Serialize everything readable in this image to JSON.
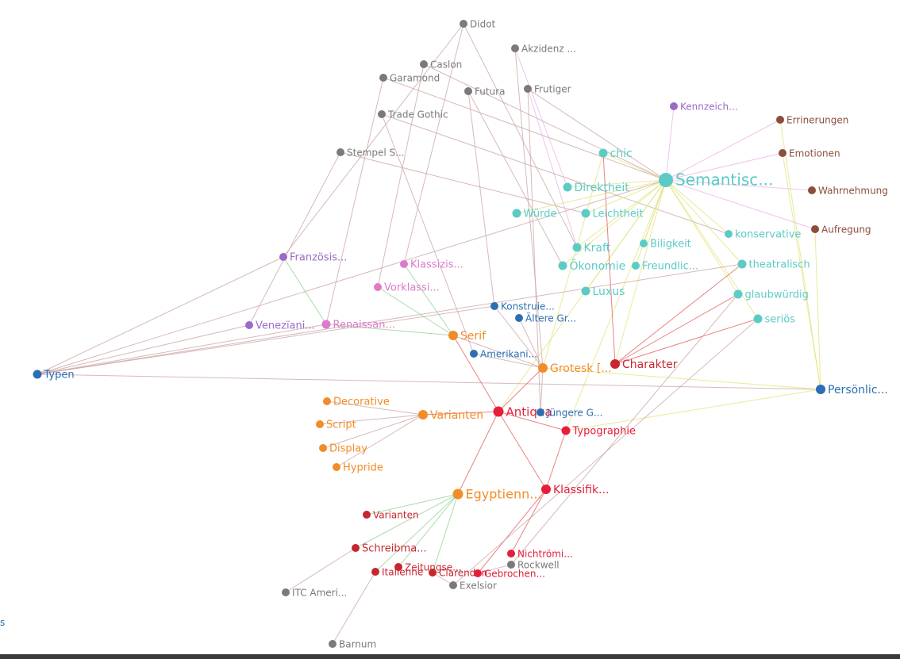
{
  "colors": {
    "gray": "#7a7a7a",
    "teal": "#5ccbc6",
    "purple": "#9a6bc9",
    "pink": "#dd7acb",
    "brown": "#8b4e3c",
    "blue": "#2b6fb2",
    "orange": "#f28c28",
    "red": "#e61e3a",
    "darkred": "#c8262e",
    "edge_brown": "#c9a3a3",
    "edge_green": "#8ed08e",
    "edge_yellow": "#e2e37a",
    "edge_pink": "#eab0e4",
    "edge_red": "#e35a5a"
  },
  "left_glyph": "s",
  "nodes": [
    {
      "id": "didot",
      "label": "Didot",
      "color": "gray"
    },
    {
      "id": "akzidenz",
      "label": "Akzidenz ...",
      "color": "gray"
    },
    {
      "id": "caslon",
      "label": "Caslon",
      "color": "gray"
    },
    {
      "id": "garamond",
      "label": "Garamond",
      "color": "gray"
    },
    {
      "id": "futura",
      "label": "Futura",
      "color": "gray"
    },
    {
      "id": "frutiger",
      "label": "Frutiger",
      "color": "gray"
    },
    {
      "id": "tradegothic",
      "label": "Trade Gothic",
      "color": "gray"
    },
    {
      "id": "stempel",
      "label": "Stempel S...",
      "color": "gray"
    },
    {
      "id": "kennzeich",
      "label": "Kennzeich...",
      "color": "purple"
    },
    {
      "id": "errinerungen",
      "label": "Errinerungen",
      "color": "brown"
    },
    {
      "id": "emotionen",
      "label": "Emotionen",
      "color": "brown"
    },
    {
      "id": "wahrnehmung",
      "label": "Wahrnehmung",
      "color": "brown"
    },
    {
      "id": "aufregung",
      "label": "Aufregung",
      "color": "brown"
    },
    {
      "id": "chic",
      "label": "chic",
      "color": "teal"
    },
    {
      "id": "semantisch",
      "label": "Semantisc...",
      "color": "teal"
    },
    {
      "id": "direktheit",
      "label": "Direktheit",
      "color": "teal"
    },
    {
      "id": "wuerde",
      "label": "Würde",
      "color": "teal"
    },
    {
      "id": "leichtheit",
      "label": "Leichtheit",
      "color": "teal"
    },
    {
      "id": "konservative",
      "label": "konservative",
      "color": "teal"
    },
    {
      "id": "kraft",
      "label": "Kraft",
      "color": "teal"
    },
    {
      "id": "biligkeit",
      "label": "Biligkeit",
      "color": "teal"
    },
    {
      "id": "oekonomie",
      "label": "Ökonomie",
      "color": "teal"
    },
    {
      "id": "freundlic",
      "label": "Freundlic...",
      "color": "teal"
    },
    {
      "id": "theatralisch",
      "label": "theatralisch",
      "color": "teal"
    },
    {
      "id": "luxus",
      "label": "Luxus",
      "color": "teal"
    },
    {
      "id": "glaubwuerdig",
      "label": "glaubwürdig",
      "color": "teal"
    },
    {
      "id": "serioes",
      "label": "seriös",
      "color": "teal"
    },
    {
      "id": "franzoesis",
      "label": "Französis...",
      "color": "purple"
    },
    {
      "id": "klassizis",
      "label": "Klassizis...",
      "color": "pink"
    },
    {
      "id": "vorklassi",
      "label": "Vorklassi...",
      "color": "pink"
    },
    {
      "id": "venezian",
      "label": "Venezïani...",
      "color": "purple"
    },
    {
      "id": "renaissan",
      "label": "Renaissan...",
      "color": "pink"
    },
    {
      "id": "konstruie",
      "label": "Konstruie...",
      "color": "blue"
    },
    {
      "id": "aeltere",
      "label": "Ältere Gr...",
      "color": "blue"
    },
    {
      "id": "serif",
      "label": "Serif",
      "color": "orange"
    },
    {
      "id": "amerikani",
      "label": "Amerikani...",
      "color": "blue"
    },
    {
      "id": "typen",
      "label": "Typen",
      "color": "blue"
    },
    {
      "id": "grotesk",
      "label": "Grotesk [...",
      "color": "orange"
    },
    {
      "id": "charakter",
      "label": "Charakter",
      "color": "darkred"
    },
    {
      "id": "persoenlic",
      "label": "Persönlic...",
      "color": "blue"
    },
    {
      "id": "decorative",
      "label": "Decorative",
      "color": "orange"
    },
    {
      "id": "script",
      "label": "Script",
      "color": "orange"
    },
    {
      "id": "varianten_o",
      "label": "Varianten",
      "color": "orange"
    },
    {
      "id": "display",
      "label": "Display",
      "color": "orange"
    },
    {
      "id": "hypride",
      "label": "Hypride",
      "color": "orange"
    },
    {
      "id": "antiqua",
      "label": "Antiqua",
      "color": "red"
    },
    {
      "id": "juengere",
      "label": "Jüngere G...",
      "color": "blue"
    },
    {
      "id": "typographie",
      "label": "Typographie",
      "color": "red"
    },
    {
      "id": "egyptienne",
      "label": "Egyptienn...",
      "color": "orange"
    },
    {
      "id": "klassifik",
      "label": "Klassifik...",
      "color": "red"
    },
    {
      "id": "varianten_r",
      "label": "Varianten",
      "color": "darkred"
    },
    {
      "id": "schreibma",
      "label": "Schreibma...",
      "color": "darkred"
    },
    {
      "id": "nichtroemi",
      "label": "Nichtrömi...",
      "color": "red"
    },
    {
      "id": "zeitungs",
      "label": "Zeitungse...",
      "color": "darkred"
    },
    {
      "id": "rockwell",
      "label": "Rockwell",
      "color": "gray"
    },
    {
      "id": "italienne",
      "label": "Italienne",
      "color": "darkred"
    },
    {
      "id": "clarendon",
      "label": "Clarendon",
      "color": "darkred"
    },
    {
      "id": "gebrochen",
      "label": "Gebrochen...",
      "color": "red"
    },
    {
      "id": "exelsior",
      "label": "Exelsior",
      "color": "gray"
    },
    {
      "id": "itcameri",
      "label": "ITC Ameri...",
      "color": "gray"
    },
    {
      "id": "barnum",
      "label": "Barnum",
      "color": "gray"
    }
  ],
  "edges": [
    [
      "didot",
      "franzoesis",
      "edge_brown"
    ],
    [
      "didot",
      "kraft",
      "edge_brown"
    ],
    [
      "didot",
      "klassizis",
      "edge_brown"
    ],
    [
      "akzidenz",
      "grotesk",
      "edge_brown"
    ],
    [
      "akzidenz",
      "direktheit",
      "edge_pink"
    ],
    [
      "caslon",
      "vorklassi",
      "edge_brown"
    ],
    [
      "caslon",
      "semantisch",
      "edge_brown"
    ],
    [
      "garamond",
      "renaissan",
      "edge_brown"
    ],
    [
      "garamond",
      "semantisch",
      "edge_brown"
    ],
    [
      "futura",
      "konstruie",
      "edge_brown"
    ],
    [
      "futura",
      "oekonomie",
      "edge_brown"
    ],
    [
      "frutiger",
      "juengere",
      "edge_brown"
    ],
    [
      "frutiger",
      "semantisch",
      "edge_brown"
    ],
    [
      "frutiger",
      "kraft",
      "edge_pink"
    ],
    [
      "tradegothic",
      "amerikani",
      "edge_brown"
    ],
    [
      "tradegothic",
      "konservative",
      "edge_brown"
    ],
    [
      "stempel",
      "venezian",
      "edge_brown"
    ],
    [
      "stempel",
      "leichtheit",
      "edge_brown"
    ],
    [
      "kennzeich",
      "semantisch",
      "edge_pink"
    ],
    [
      "errinerungen",
      "semantisch",
      "edge_pink"
    ],
    [
      "errinerungen",
      "persoenlic",
      "edge_yellow"
    ],
    [
      "emotionen",
      "semantisch",
      "edge_pink"
    ],
    [
      "emotionen",
      "persoenlic",
      "edge_yellow"
    ],
    [
      "wahrnehmung",
      "semantisch",
      "edge_pink"
    ],
    [
      "aufregung",
      "semantisch",
      "edge_pink"
    ],
    [
      "aufregung",
      "persoenlic",
      "edge_yellow"
    ],
    [
      "semantisch",
      "chic",
      "edge_yellow"
    ],
    [
      "semantisch",
      "direktheit",
      "edge_yellow"
    ],
    [
      "semantisch",
      "wuerde",
      "edge_yellow"
    ],
    [
      "semantisch",
      "leichtheit",
      "edge_yellow"
    ],
    [
      "semantisch",
      "konservative",
      "edge_yellow"
    ],
    [
      "semantisch",
      "kraft",
      "edge_yellow"
    ],
    [
      "semantisch",
      "biligkeit",
      "edge_yellow"
    ],
    [
      "semantisch",
      "oekonomie",
      "edge_yellow"
    ],
    [
      "semantisch",
      "freundlic",
      "edge_yellow"
    ],
    [
      "semantisch",
      "theatralisch",
      "edge_yellow"
    ],
    [
      "semantisch",
      "luxus",
      "edge_yellow"
    ],
    [
      "semantisch",
      "glaubwuerdig",
      "edge_yellow"
    ],
    [
      "semantisch",
      "serioes",
      "edge_yellow"
    ],
    [
      "semantisch",
      "charakter",
      "edge_yellow"
    ],
    [
      "semantisch",
      "antiqua",
      "edge_yellow"
    ],
    [
      "semantisch",
      "typographie",
      "edge_yellow"
    ],
    [
      "charakter",
      "glaubwuerdig",
      "edge_red"
    ],
    [
      "charakter",
      "theatralisch",
      "edge_red"
    ],
    [
      "charakter",
      "serioes",
      "edge_red"
    ],
    [
      "charakter",
      "chic",
      "edge_red"
    ],
    [
      "typen",
      "franzoesis",
      "edge_brown"
    ],
    [
      "typen",
      "venezian",
      "edge_brown"
    ],
    [
      "typen",
      "renaissan",
      "edge_brown"
    ],
    [
      "typen",
      "theatralisch",
      "edge_brown"
    ],
    [
      "typen",
      "persoenlic",
      "edge_brown"
    ],
    [
      "typen",
      "semantisch",
      "edge_brown"
    ],
    [
      "typen",
      "konstruie",
      "edge_brown"
    ],
    [
      "franzoesis",
      "renaissan",
      "edge_green"
    ],
    [
      "vorklassi",
      "serif",
      "edge_green"
    ],
    [
      "klassizis",
      "serif",
      "edge_green"
    ],
    [
      "renaissan",
      "serif",
      "edge_green"
    ],
    [
      "serif",
      "antiqua",
      "edge_red"
    ],
    [
      "serif",
      "grotesk",
      "edge_brown"
    ],
    [
      "konstruie",
      "grotesk",
      "edge_brown"
    ],
    [
      "aeltere",
      "grotesk",
      "edge_brown"
    ],
    [
      "amerikani",
      "grotesk",
      "edge_brown"
    ],
    [
      "juengere",
      "grotesk",
      "edge_brown"
    ],
    [
      "grotesk",
      "antiqua",
      "edge_red"
    ],
    [
      "grotesk",
      "chic",
      "edge_yellow"
    ],
    [
      "persoenlic",
      "typographie",
      "edge_yellow"
    ],
    [
      "persoenlic",
      "grotesk",
      "edge_yellow"
    ],
    [
      "decorative",
      "varianten_o",
      "edge_brown"
    ],
    [
      "script",
      "varianten_o",
      "edge_brown"
    ],
    [
      "display",
      "varianten_o",
      "edge_brown"
    ],
    [
      "hypride",
      "varianten_o",
      "edge_brown"
    ],
    [
      "varianten_o",
      "antiqua",
      "edge_red"
    ],
    [
      "antiqua",
      "egyptienne",
      "edge_red"
    ],
    [
      "antiqua",
      "klassifik",
      "edge_red"
    ],
    [
      "antiqua",
      "typographie",
      "edge_red"
    ],
    [
      "klassifik",
      "nichtroemi",
      "edge_red"
    ],
    [
      "klassifik",
      "gebrochen",
      "edge_red"
    ],
    [
      "klassifik",
      "typographie",
      "edge_red"
    ],
    [
      "egyptienne",
      "varianten_r",
      "edge_green"
    ],
    [
      "egyptienne",
      "schreibma",
      "edge_green"
    ],
    [
      "egyptienne",
      "zeitungs",
      "edge_green"
    ],
    [
      "egyptienne",
      "italienne",
      "edge_green"
    ],
    [
      "egyptienne",
      "clarendon",
      "edge_green"
    ],
    [
      "schreibma",
      "itcameri",
      "edge_brown"
    ],
    [
      "italienne",
      "barnum",
      "edge_brown"
    ],
    [
      "clarendon",
      "exelsior",
      "edge_brown"
    ],
    [
      "gebrochen",
      "rockwell",
      "edge_brown"
    ],
    [
      "rockwell",
      "glaubwuerdig",
      "edge_brown"
    ],
    [
      "exelsior",
      "serioes",
      "edge_brown"
    ]
  ]
}
